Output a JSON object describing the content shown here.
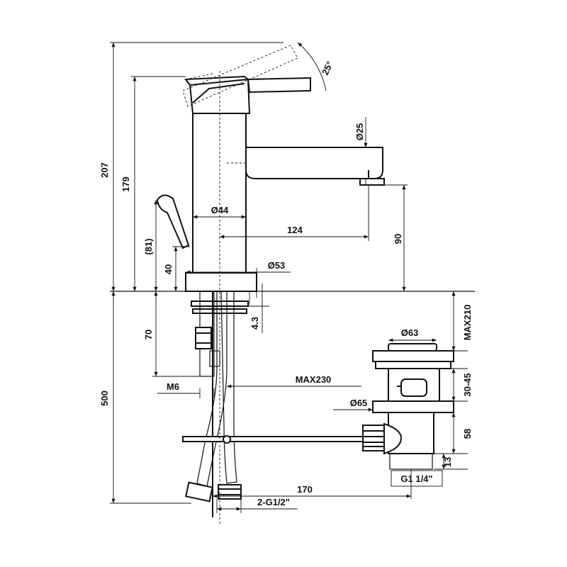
{
  "labels": {
    "total_height": "207",
    "spout_height": "179",
    "lever_height": "(81)",
    "base_height": "40",
    "lever_angle": "25°",
    "spout_diameter": "Ø25",
    "body_diameter": "Ø44",
    "base_diameter": "Ø53",
    "spout_reach": "124",
    "outlet_height": "90",
    "deck_thickness": "4.3",
    "rod_length": "70",
    "thread": "M6",
    "hose_max": "MAX230",
    "below_height": "500",
    "waste_max": "MAX210",
    "waste_top_diameter": "Ø63",
    "waste_range": "30-45",
    "waste_flange_diameter": "Ø65",
    "waste_depth": "58",
    "thread_length": "13",
    "waste_thread": "G1 1/4\"",
    "rod_reach": "170",
    "hose_thread": "2-G1/2\""
  }
}
